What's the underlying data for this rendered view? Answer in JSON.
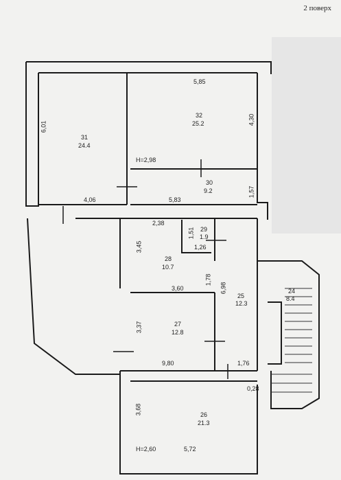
{
  "floor_label": "2 поверх",
  "rooms": [
    {
      "number": "31",
      "area": "24.4"
    },
    {
      "number": "32",
      "area": "25.2"
    },
    {
      "number": "30",
      "area": "9.2"
    },
    {
      "number": "29",
      "area": "1.9"
    },
    {
      "number": "28",
      "area": "10.7"
    },
    {
      "number": "25",
      "area": "12.3"
    },
    {
      "number": "24",
      "area": "8.4"
    },
    {
      "number": "27",
      "area": "12.8"
    },
    {
      "number": "26",
      "area": "21.3"
    }
  ],
  "heights": {
    "upper": "H=2,98",
    "lower": "H=2,60"
  },
  "dimensions": {
    "d_585": "5,85",
    "d_601": "6,01",
    "d_430": "4,30",
    "d_406": "4,06",
    "d_583": "5,83",
    "d_157": "1,57",
    "d_238": "2,38",
    "d_151": "1,51",
    "d_126": "1,26",
    "d_345": "3,45",
    "d_178": "1,78",
    "d_698": "6,98",
    "d_360": "3,60",
    "d_337": "3,37",
    "d_980": "9,80",
    "d_176": "1,76",
    "d_028": "0,28",
    "d_368": "3,68",
    "d_572": "5,72"
  }
}
